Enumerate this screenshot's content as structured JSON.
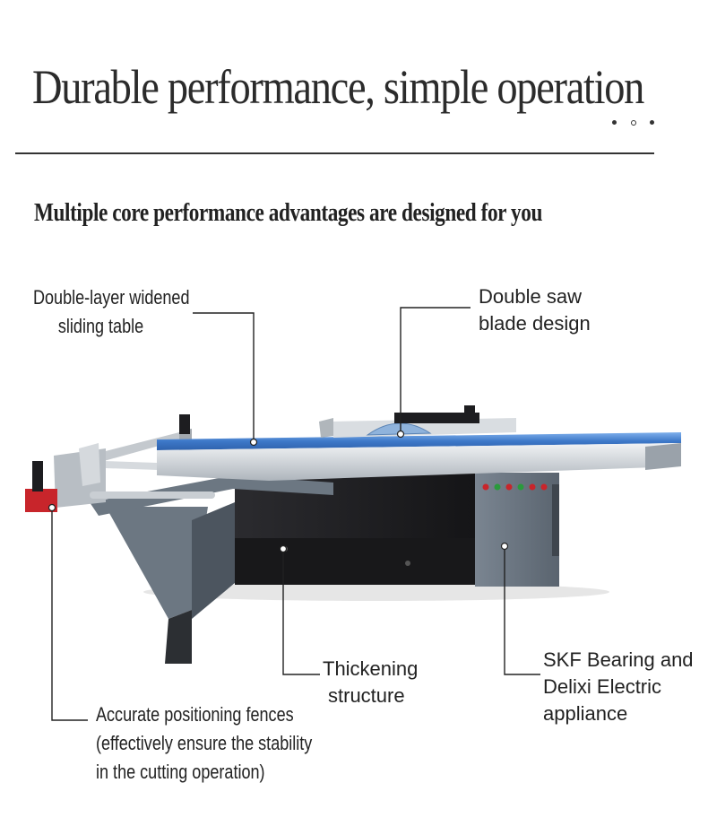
{
  "header": {
    "title": "Durable performance, simple operation",
    "subtitle": "Multiple core performance advantages are designed for you"
  },
  "callouts": {
    "sliding_table": [
      "Double-layer widened",
      "sliding table"
    ],
    "saw_blade": [
      "Double saw",
      "blade design"
    ],
    "thickening": [
      "Thickening",
      "structure"
    ],
    "skf": [
      "SKF Bearing and",
      "Delixi Electric",
      "appliance"
    ],
    "fences": [
      "Accurate positioning fences",
      "(effectively ensure the stability",
      "in the cutting operation)"
    ]
  },
  "colors": {
    "table_blue": "#3d78c8",
    "body_dark": "#1f1f22",
    "steel_gray": "#6f7a86",
    "accent_red": "#c8252b"
  }
}
